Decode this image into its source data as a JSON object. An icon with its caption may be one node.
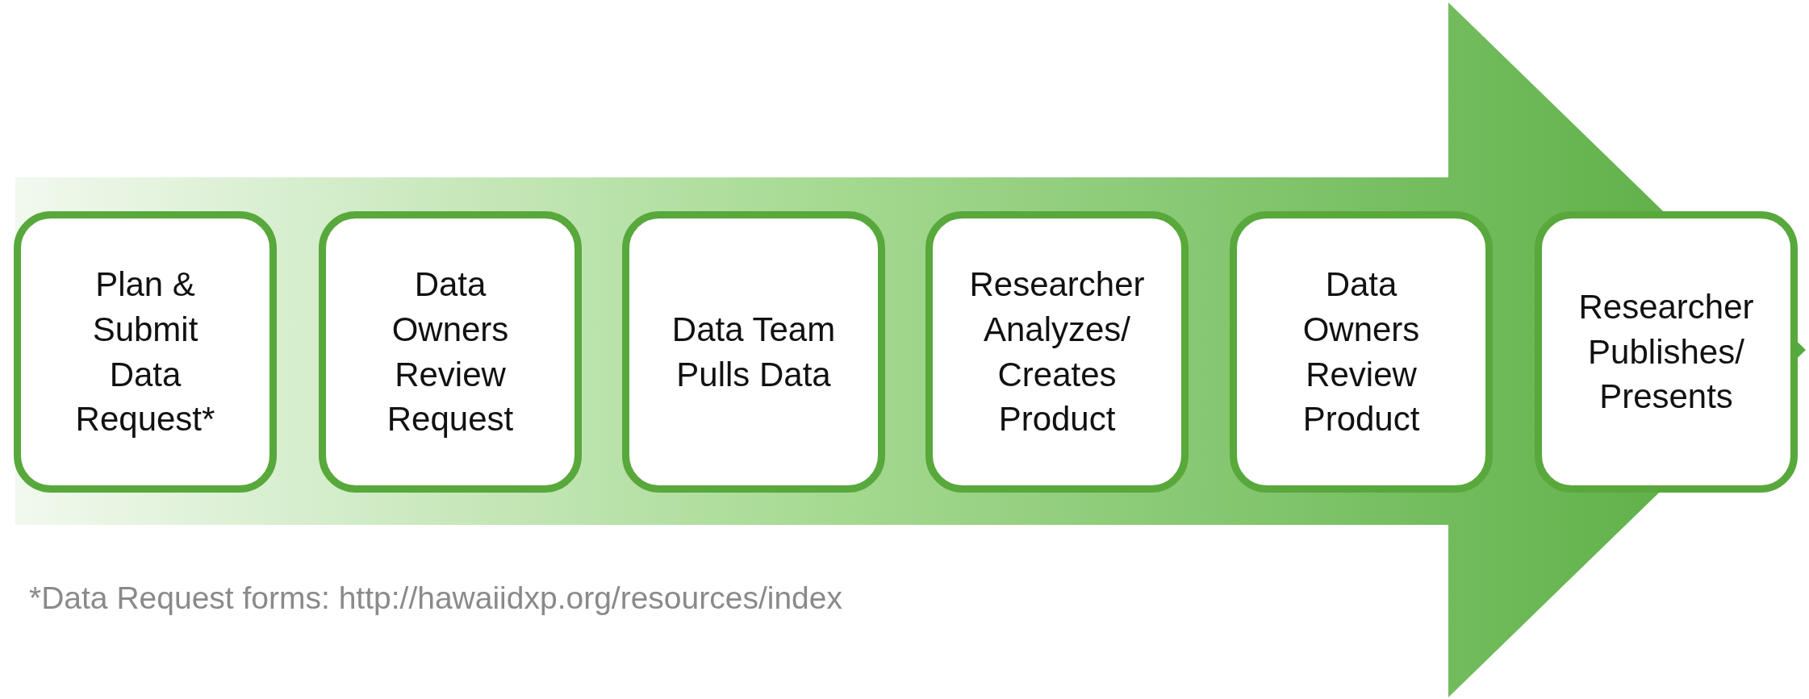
{
  "diagram": {
    "nodes": [
      {
        "text": [
          "Plan & Submit Data Request*"
        ]
      },
      {
        "text": [
          "Data Owners Review Request"
        ]
      },
      {
        "text": [
          "Data Team Pulls Data"
        ]
      },
      {
        "text": [
          "Researcher Analyzes/ Creates Product"
        ]
      },
      {
        "text": [
          "Data Owners Review Product"
        ]
      },
      {
        "text": [
          "Researcher Publishes/ Presents"
        ]
      }
    ],
    "edges": [
      {
        "from": 0,
        "to": 5,
        "arrow": "to"
      }
    ],
    "labels": [
      "*Data Request forms: http://hawaiidxp.org/resources/index"
    ]
  }
}
